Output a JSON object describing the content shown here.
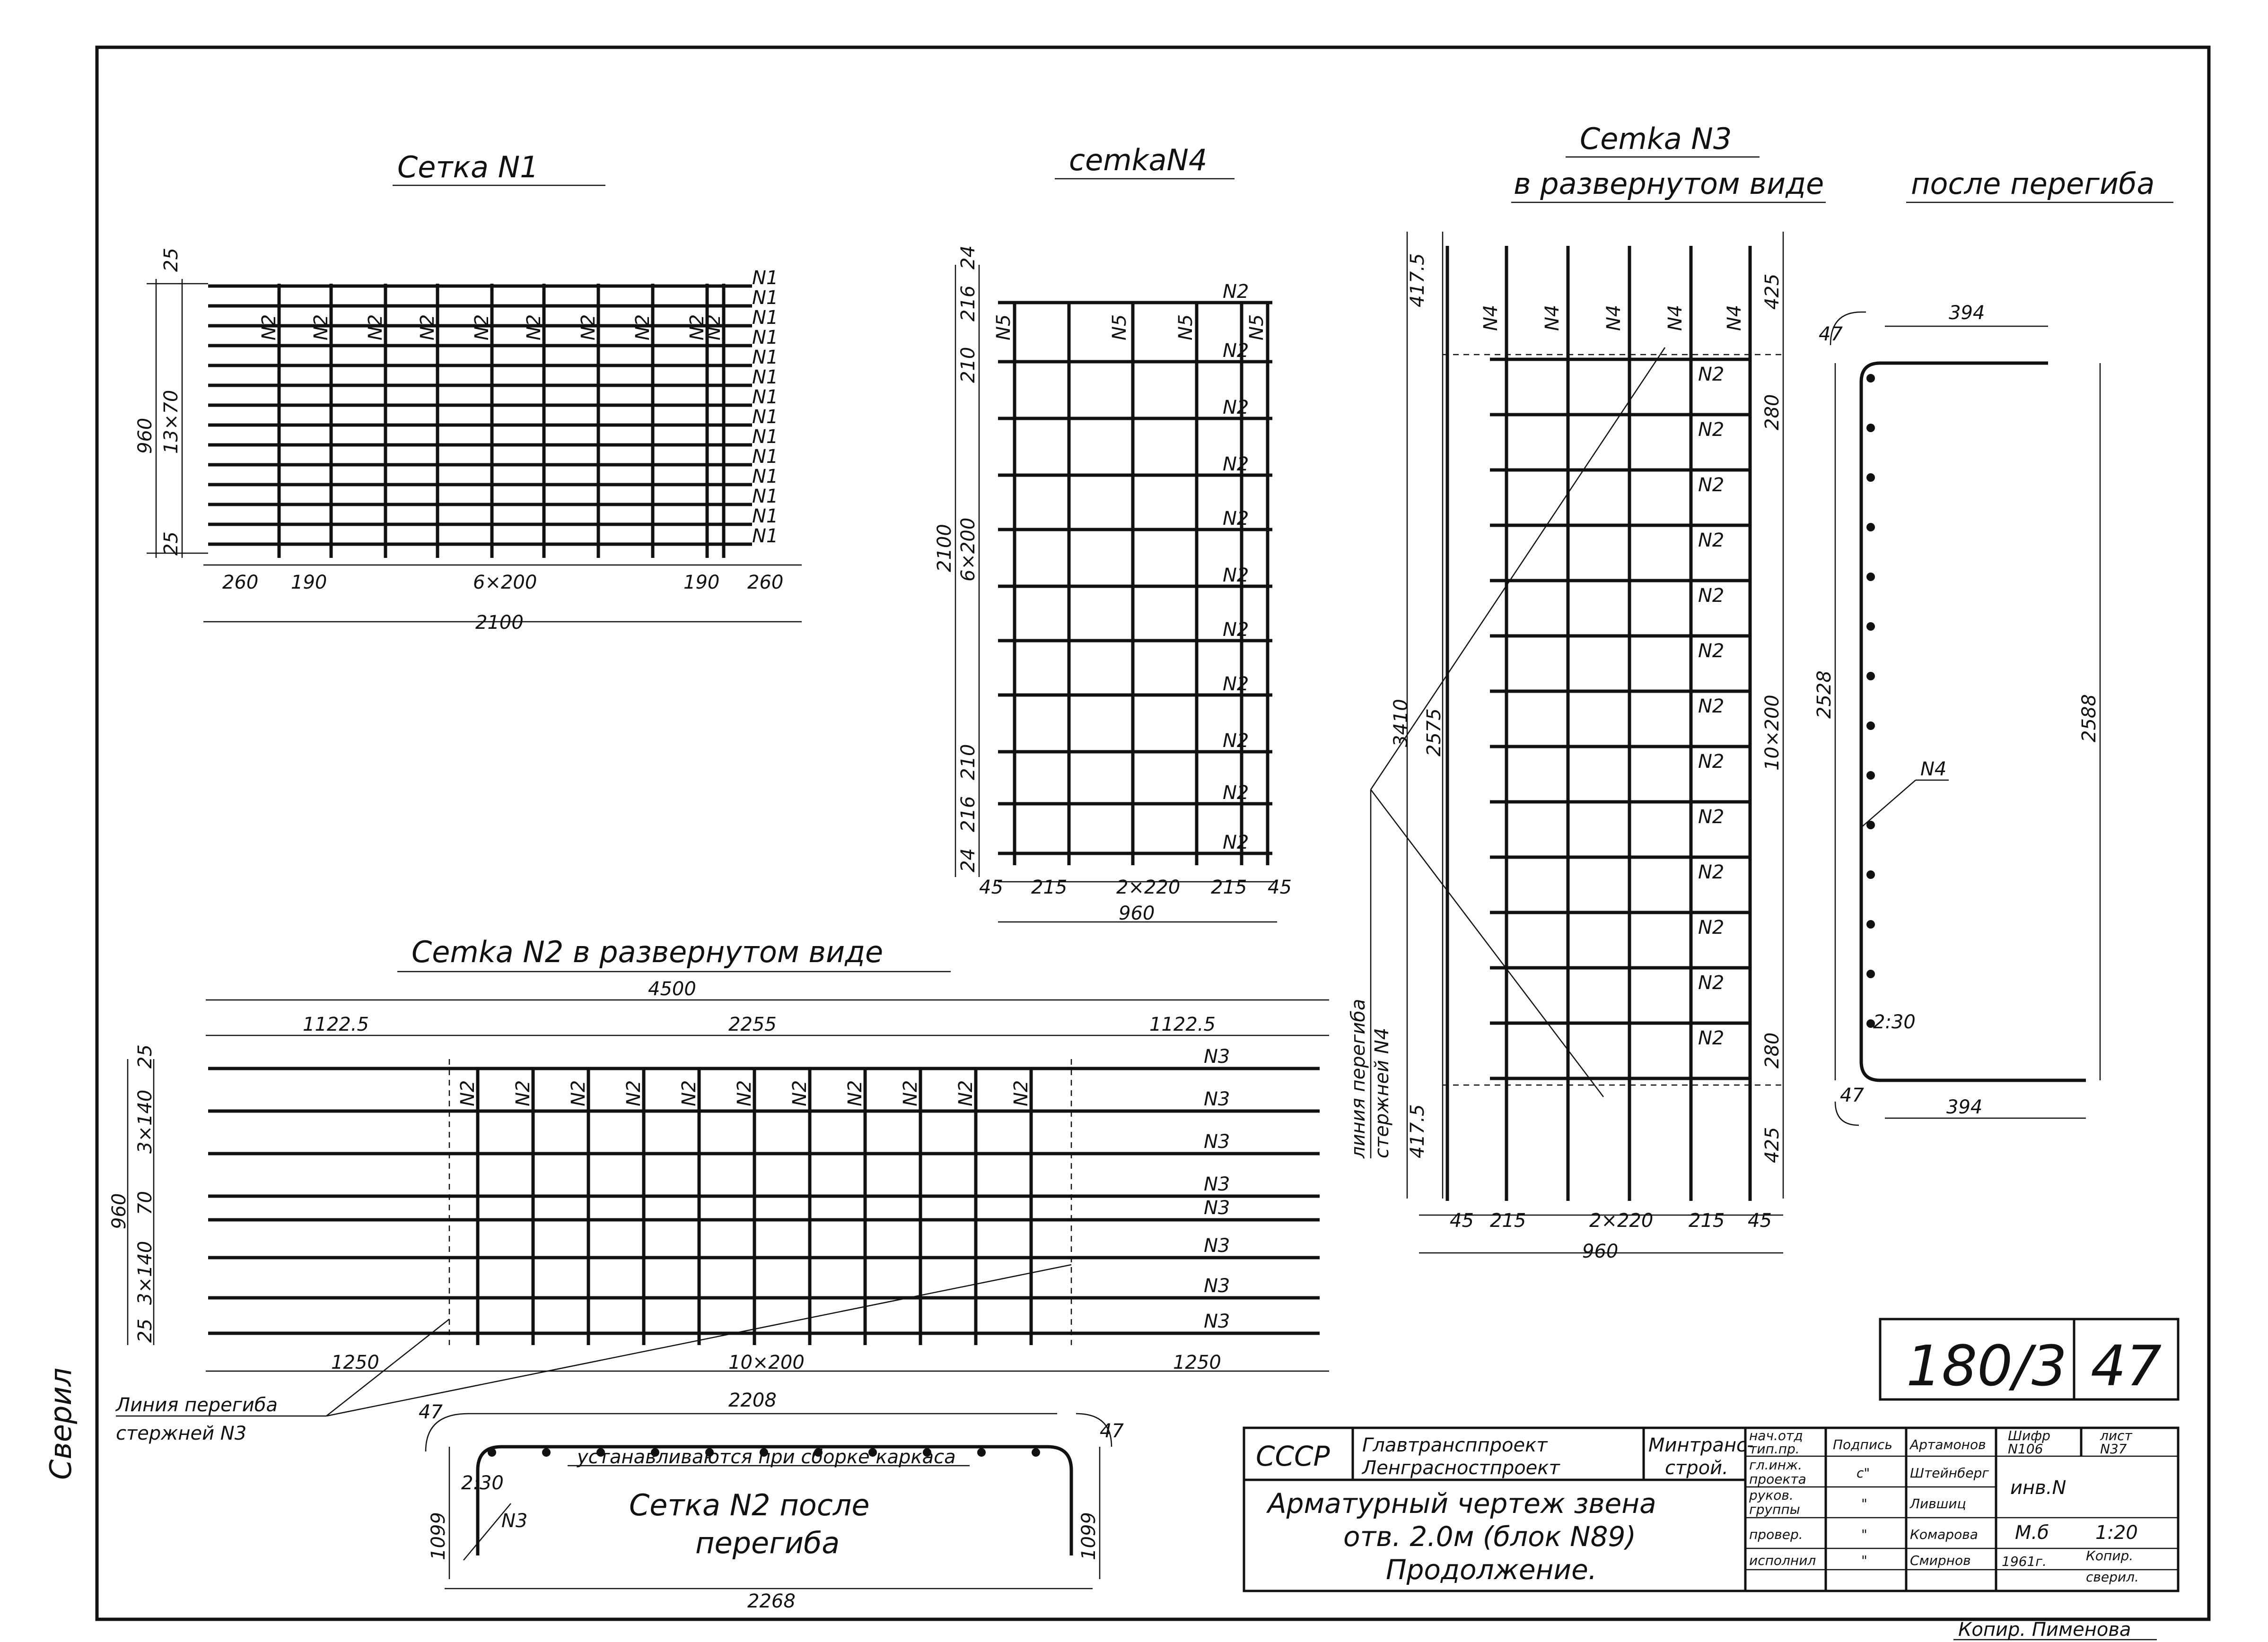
{
  "meshes": {
    "n1": {
      "title": "Cетка N1",
      "bar_h": "N1",
      "bar_v": "N2",
      "dims": {
        "d25a": "25",
        "d25b": "25",
        "d960": "960",
        "d13x70": "13×70",
        "d260a": "260",
        "d190a": "190",
        "d6x200": "6×200",
        "d190b": "190",
        "d260b": "260",
        "d2100": "2100"
      }
    },
    "n4": {
      "title": "cemkaN4",
      "bar_top": "N5",
      "bar_h": "N2",
      "dims": {
        "t24": "24",
        "t216": "216",
        "t210": "210",
        "total": "2100",
        "mid": "6×200",
        "b210": "210",
        "b216": "216",
        "b24": "24",
        "w45a": "45",
        "w215a": "215",
        "w2x220": "2×220",
        "w215b": "215",
        "w45b": "45",
        "w960": "960"
      }
    },
    "n3": {
      "title": "Cemka N3",
      "subtitle": "в развернутом виде",
      "bar_v": "N4",
      "bar_h": "N2",
      "bend_label_1": "линия перегиба",
      "bend_label_2": "стержней N4",
      "dims": {
        "top4175": "417.5",
        "bot4175": "417.5",
        "d3410": "3410",
        "d2575": "2575",
        "r425a": "425",
        "r280a": "280",
        "r10x200": "10×200",
        "r280b": "280",
        "r425b": "425",
        "w45a": "45",
        "w215a": "215",
        "w2x220": "2×220",
        "w215b": "215",
        "w45b": "45",
        "w960": "960"
      }
    },
    "n3_bent": {
      "title": "после перегиба",
      "label": "N4",
      "dims": {
        "r47a": "47",
        "top394": "394",
        "left2528": "2528",
        "right2588": "2588",
        "bot394": "394",
        "r47b": "47",
        "bend": "2:30"
      }
    },
    "n2": {
      "title": "Cemka N2  в развернутом виде",
      "bar_h": "N3",
      "bar_v": "N2",
      "bend_label_1": "Линия перегиба",
      "bend_label_2": "стержней N3",
      "dims": {
        "d4500": "4500",
        "d1122a": "1122.5",
        "d2255": "2255",
        "d1122b": "1122.5",
        "d25a": "25",
        "d3x140a": "3×140",
        "d960": "960",
        "d70": "70",
        "d3x140b": "3×140",
        "d25b": "25",
        "d1250a": "1250",
        "d10x200": "10×200",
        "d1250b": "1250"
      }
    },
    "n2_bent": {
      "top_dim": "2208",
      "bottom_dim": "2268",
      "left_dim": "1099",
      "right_dim": "1099",
      "r47a": "47",
      "r47b": "47",
      "bend": "2:30",
      "bar": "N3",
      "note": "устанавливаются при сборке каркаса",
      "caption_1": "Cетка  N2  после",
      "caption_2": "перегиба"
    }
  },
  "stamp": {
    "series": "180/3",
    "sheet": "47"
  },
  "title_block": {
    "country": "СССР",
    "org_1": "Главтрансппроект",
    "org_2": "Ленграсностпроект",
    "ministry_1": "Минтранс-",
    "ministry_2": "строй.",
    "drawing_1": "Арматурный чертеж звена",
    "drawing_2": "отв. 2.0м (блок N89)",
    "drawing_3": "Продолжение.",
    "roles": [
      "нач.отд",
      "тип.пр.",
      "гл.инж.",
      "проекта",
      "руков.",
      "группы",
      "провер.",
      "исполнил"
    ],
    "sign_col": "Подпись",
    "signs": [
      "с\"",
      "\"",
      "\"",
      "\""
    ],
    "names": [
      "Артамонов",
      "Штейнберг",
      "Лившиц",
      "Комарова",
      "Смирнов"
    ],
    "cipher_label": "Шифр",
    "cipher": "N106",
    "sheet_label": "лист",
    "sheet_no": "N37",
    "inv": "инв.N",
    "scale_label": "М.б",
    "scale": "1:20",
    "year": "1961г.",
    "copy_1": "Копир.",
    "copy_2": "сверил."
  },
  "margin": {
    "checked": "Сверил",
    "copied_by": "Копир. Пименова"
  }
}
